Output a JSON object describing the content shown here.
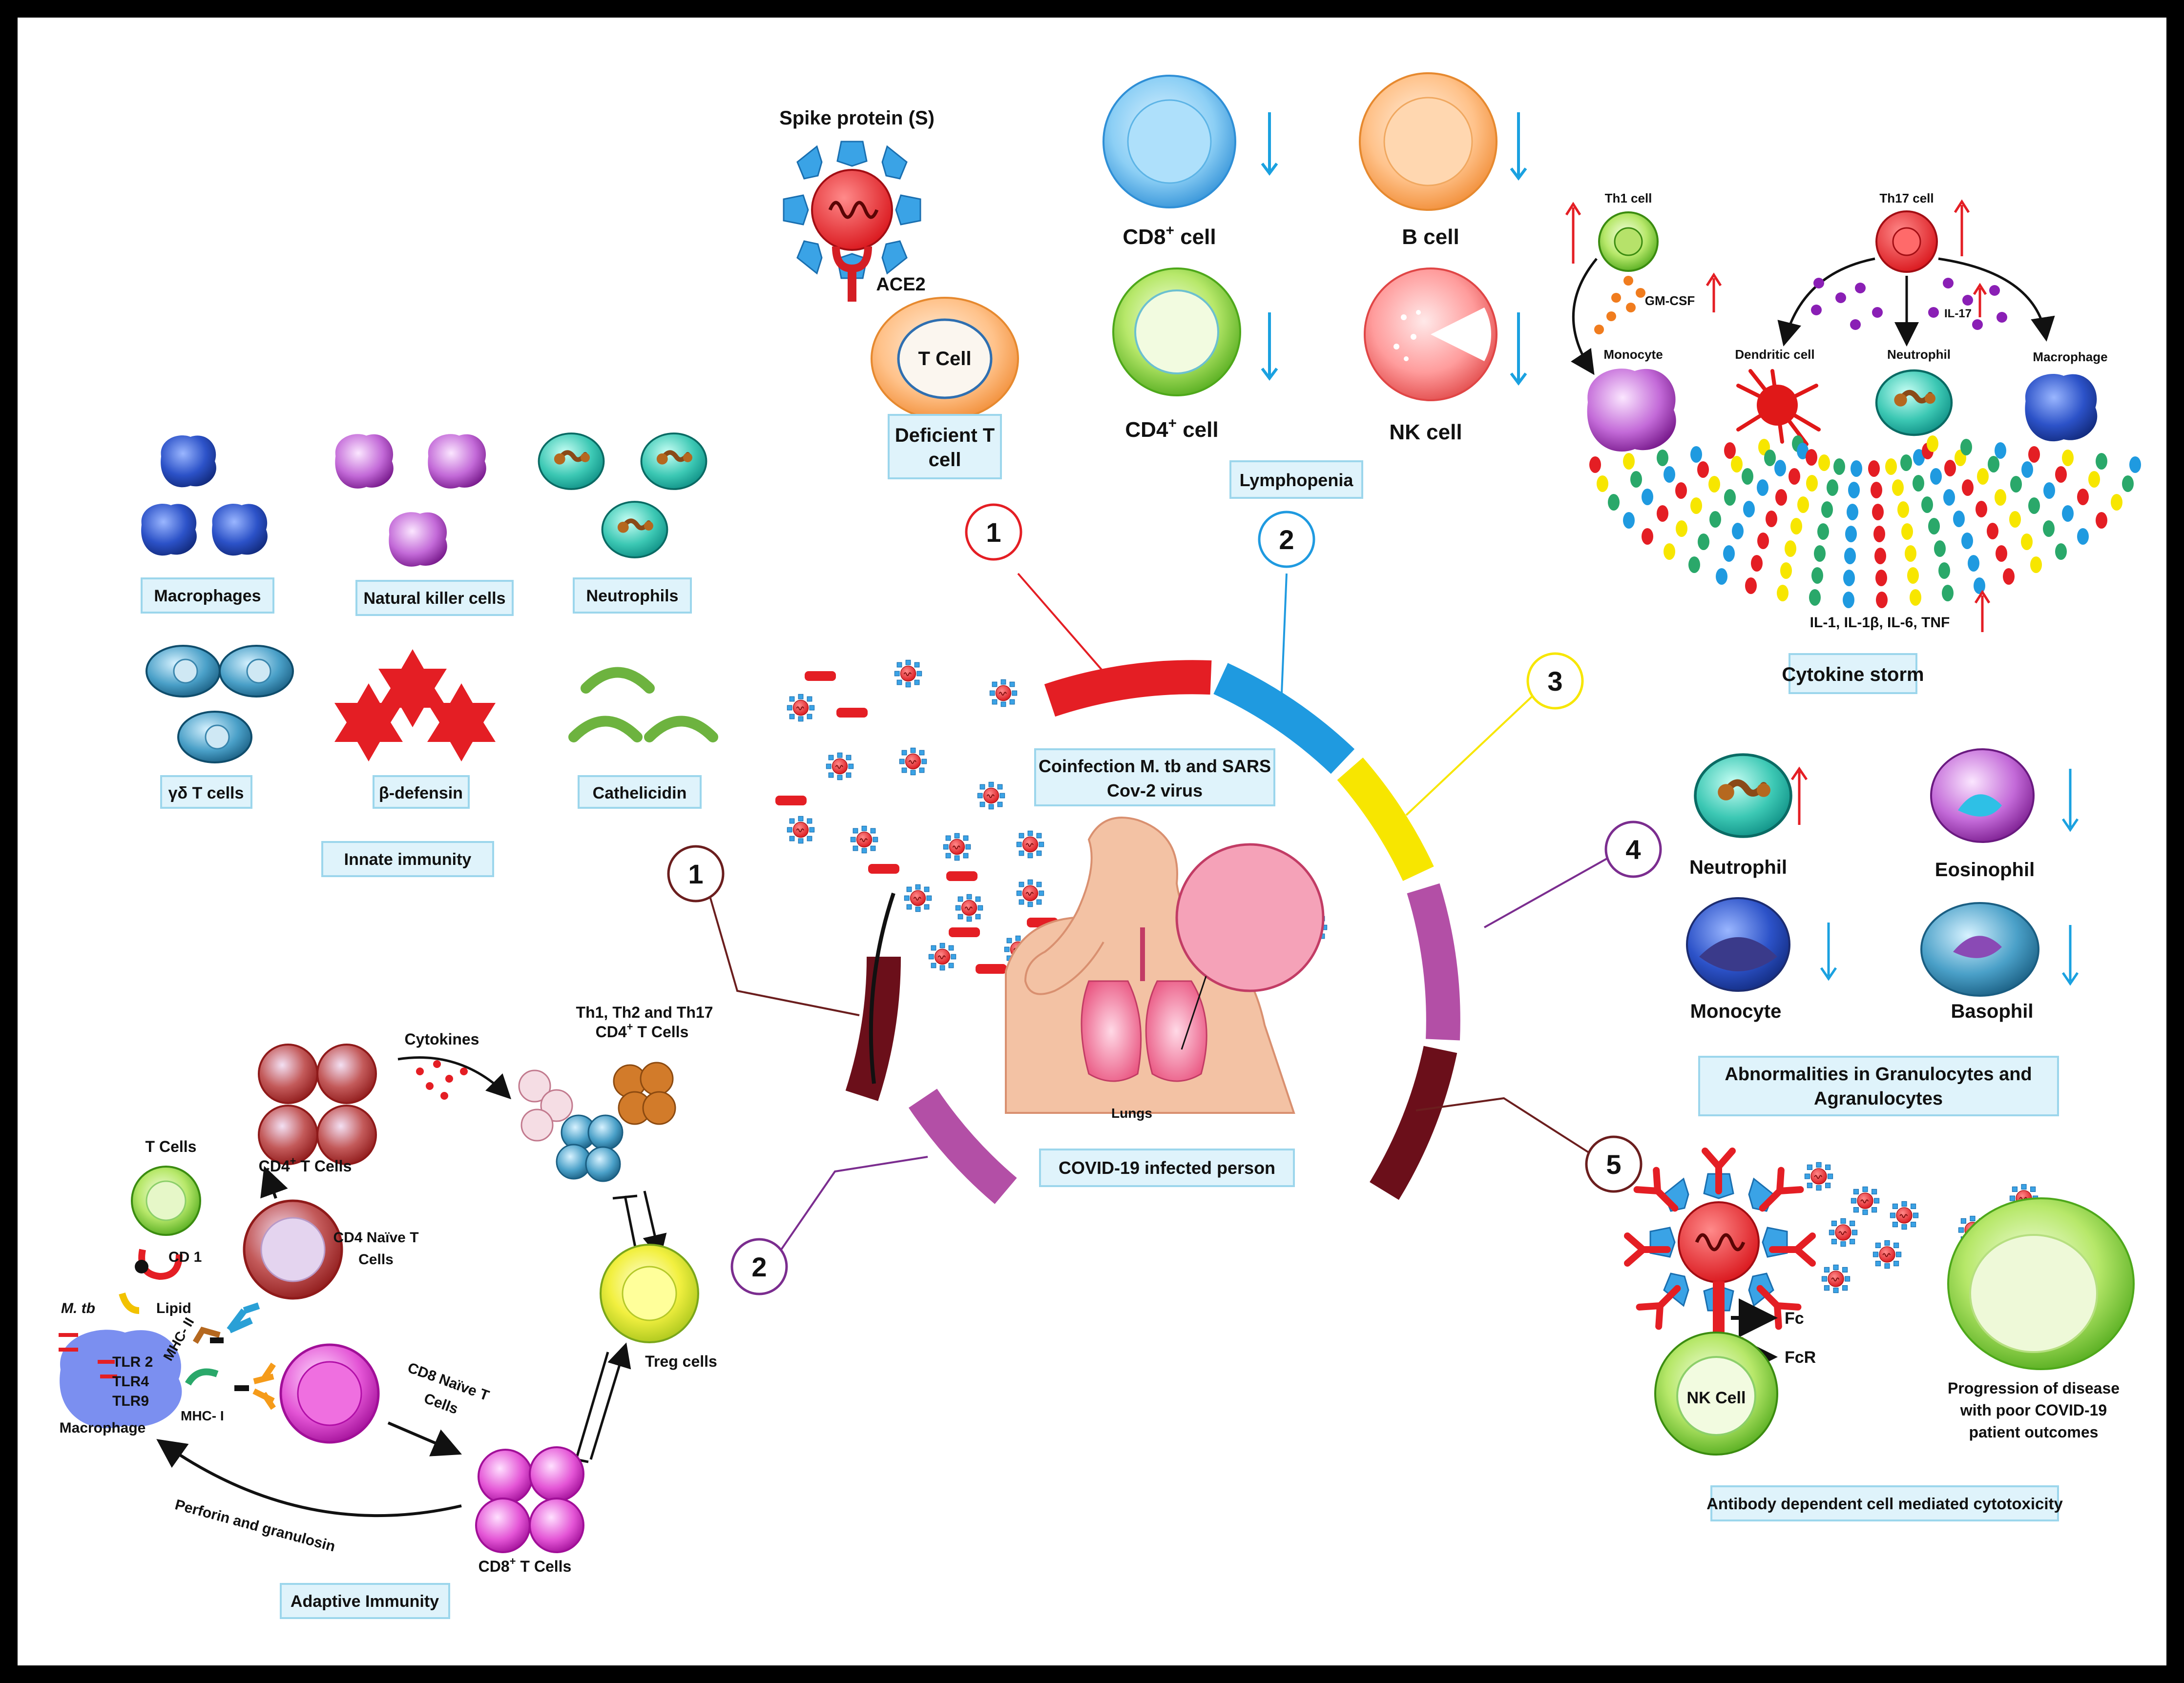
{
  "top": {
    "spike_label": "Spike protein (S)",
    "ace2_label": "ACE2",
    "tcell_label": "T Cell",
    "deficient_line1": "Deficient T",
    "deficient_line2": "cell"
  },
  "lymphopenia": {
    "cd8": "CD8",
    "cd8_sup": "+",
    "cd8_suffix": " cell",
    "bcell": "B cell",
    "cd4": "CD4",
    "cd4_sup": "+",
    "cd4_suffix": " cell",
    "nk": "NK cell",
    "title": "Lymphopenia"
  },
  "cytokine": {
    "th1": "Th1 cell",
    "th17": "Th17 cell",
    "gmcsf": "GM-CSF",
    "il17": "IL-17",
    "monocyte": "Monocyte",
    "dendritic": "Dendritic cell",
    "neutrophil": "Neutrophil",
    "macrophage": "Macrophage",
    "list": "IL-1, IL-1β, IL-6, TNF",
    "title": "Cytokine storm"
  },
  "innate": {
    "items": [
      "Macrophages",
      "Natural killer cells",
      "Neutrophils",
      "γδ T cells",
      "β-defensin",
      "Cathelicidin"
    ],
    "title": "Innate immunity"
  },
  "center": {
    "coinfection_line1": "Coinfection M. tb and   SARS",
    "coinfection_line2": "Cov-2 virus",
    "lungs": "Lungs",
    "covid_person": "COVID-19 infected  person"
  },
  "callouts": [
    "1",
    "2",
    "3",
    "4",
    "5",
    "1",
    "2"
  ],
  "granulocytes": {
    "neutrophil": "Neutrophil",
    "eosinophil": "Eosinophil",
    "monocyte": "Monocyte",
    "basophil": "Basophil",
    "title_line1": "Abnormalities in Granulocytes and",
    "title_line2": "Agranulocytes"
  },
  "adcc": {
    "fc": "Fc",
    "fcr": "FcR",
    "nk": "NK Cell",
    "prog1": "Progression of disease",
    "prog2": "with poor COVID-19",
    "prog3": "patient outcomes",
    "title": "Antibody dependent cell mediated cytotoxicity"
  },
  "adaptive": {
    "cytokines": "Cytokines",
    "th_line1": "Th1, Th2 and Th17",
    "th_line2": "CD4",
    "th_sup": "+",
    "th_line2_suffix": " T Cells",
    "cd4_t": "CD4",
    "cd4_t_sup": "+",
    "cd4_t_suffix": " T Cells",
    "tcells": "T Cells",
    "cd1": "CD 1",
    "mtb": "M. tb",
    "lipid": "Lipid",
    "tlr2": "TLR 2",
    "tlr4": "TLR4",
    "tlr9": "TLR9",
    "mhc2": "MHC- II",
    "mhc1": "MHC- I",
    "macrophage": "Macrophage",
    "cd4naive1": "CD4 Naïve T",
    "cd4naive2": "Cells",
    "cd8naive1": "CD8 Naïve T",
    "cd8naive2": "Cells",
    "treg": "Treg cells",
    "cd8t": "CD8",
    "cd8t_sup": "+",
    "cd8t_suffix": " T Cells",
    "perforin": "Perforin and granulosin",
    "title": "Adaptive Immunity"
  }
}
